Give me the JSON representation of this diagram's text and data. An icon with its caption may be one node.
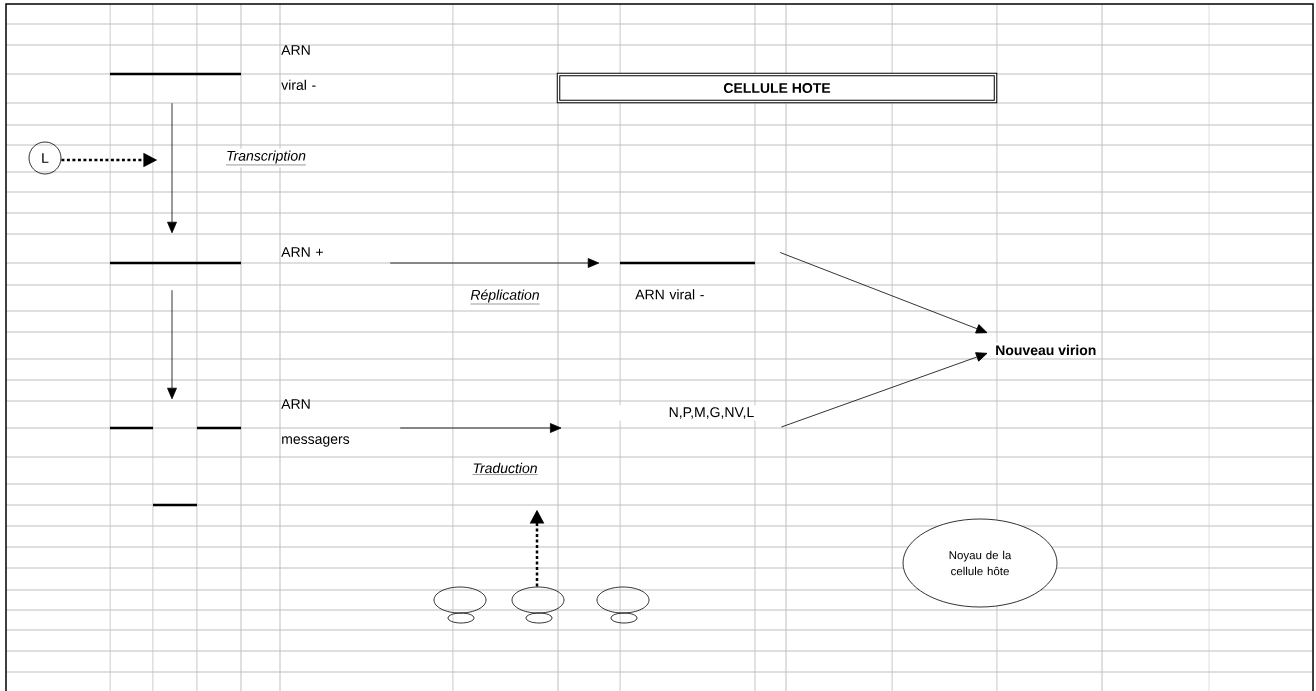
{
  "diagram": {
    "nodes": [
      {
        "text": [
          "ARN viral -"
        ]
      },
      {
        "text": [
          "CELLULE HOTE"
        ]
      },
      {
        "text": [
          "L"
        ]
      },
      {
        "text": [
          "ARN +"
        ]
      },
      {
        "text": [
          "ARN viral -"
        ]
      },
      {
        "text": [
          "Nouveau virion"
        ]
      },
      {
        "text": [
          "ARN messagers"
        ]
      },
      {
        "text": [
          "N,P,M,G,NV,L"
        ]
      },
      {
        "text": [
          "Noyau de la cellule hôte"
        ]
      },
      {
        "text": [],
        "shape": "ellipse"
      },
      {
        "text": [],
        "shape": "ellipse"
      },
      {
        "text": [],
        "shape": "ellipse"
      }
    ],
    "edges": [
      {
        "from": 0,
        "to": 3,
        "arrow": "to",
        "label": "Transcription"
      },
      {
        "from": 2,
        "to": null,
        "arrow": "to",
        "style": "dashed"
      },
      {
        "from": 3,
        "to": 6,
        "arrow": "to"
      },
      {
        "from": 3,
        "to": 4,
        "arrow": "to",
        "label": "Réplication"
      },
      {
        "from": 6,
        "to": 7,
        "arrow": "to",
        "label": "Traduction"
      },
      {
        "from": 4,
        "to": 5,
        "arrow": "to"
      },
      {
        "from": 7,
        "to": 5,
        "arrow": "to"
      },
      {
        "from": 10,
        "to": null,
        "arrow": "to",
        "style": "dashed"
      }
    ]
  }
}
